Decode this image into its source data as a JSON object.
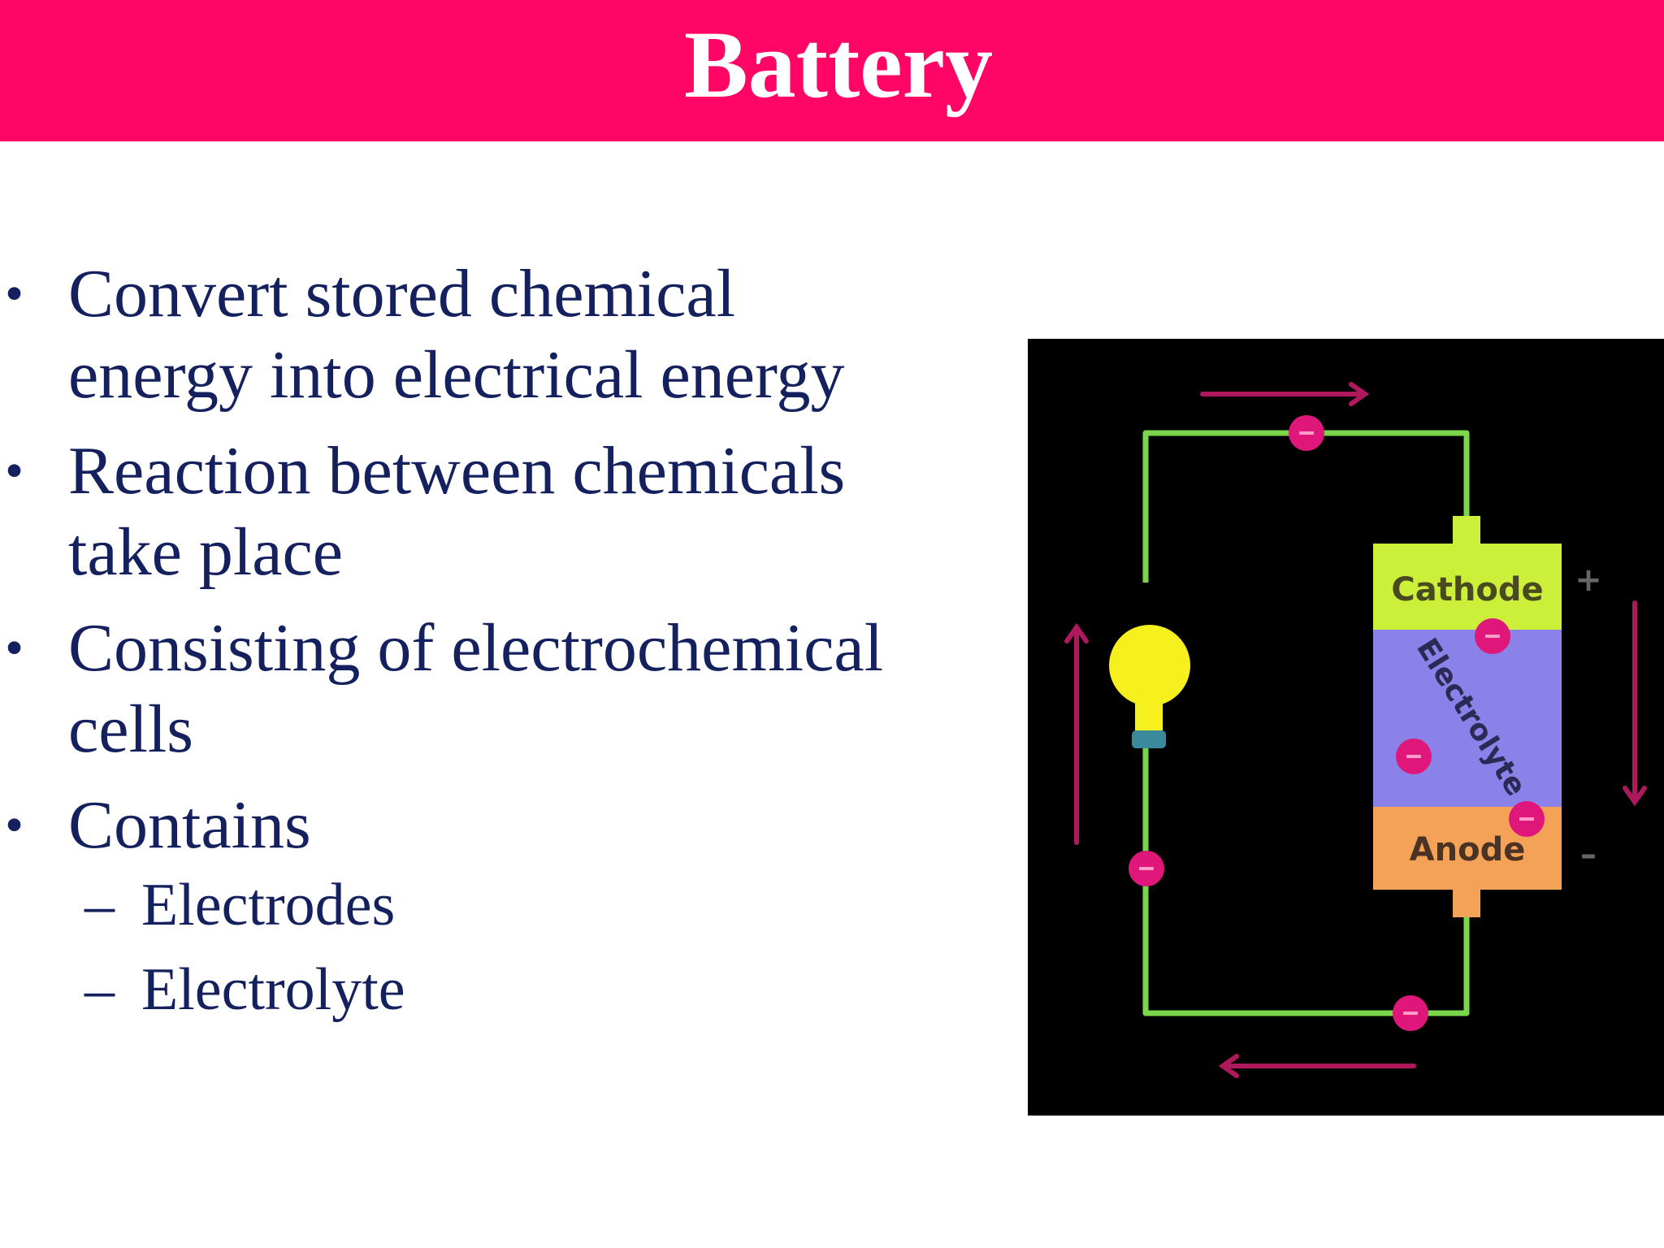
{
  "slide": {
    "title": "Battery",
    "bullets": [
      {
        "symbol": "•",
        "text_lines": [
          "Convert stored chemical",
          "energy into electrical energy"
        ]
      },
      {
        "symbol": "•",
        "text_lines": [
          "Reaction between chemicals",
          "take place"
        ]
      },
      {
        "symbol": "•",
        "text_lines": [
          "Consisting of electrochemical",
          "cells"
        ]
      },
      {
        "symbol": "•",
        "text_lines": [
          "Contains"
        ]
      }
    ],
    "sub_bullets": [
      {
        "symbol": "–",
        "text": "Electrodes"
      },
      {
        "symbol": "–",
        "text": "Electrolyte"
      }
    ]
  },
  "diagram": {
    "labels": {
      "cathode": "Cathode",
      "electrolyte": "Electrolyte",
      "anode": "Anode",
      "plus": "+",
      "minus": "–"
    },
    "colors": {
      "title_bar": "#ff0566",
      "text": "#14215e",
      "background": "#000000",
      "wire": "#7ad64a",
      "cathode": "#ccf03a",
      "electrolyte": "#8a82e8",
      "anode": "#f5a259",
      "electron": "#e0177a",
      "arrow": "#b0185e",
      "bulb": "#f5f01e"
    },
    "icons": [
      "light-bulb-icon",
      "electron-icon",
      "current-arrow-icon"
    ]
  }
}
